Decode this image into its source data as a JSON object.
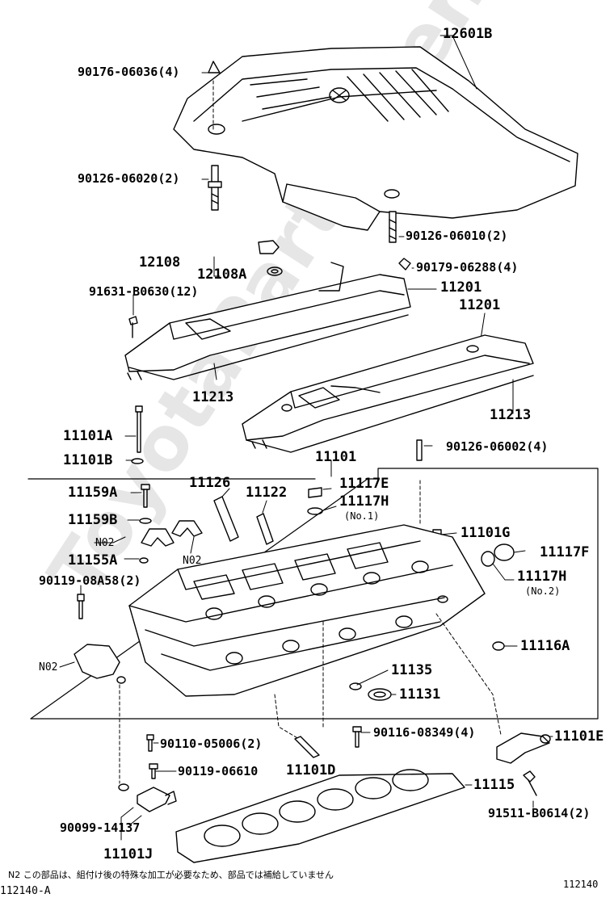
{
  "watermark": "ToyotaPartMiner.ru",
  "labels": {
    "p12601B": "12601B",
    "p90176": "90176-06036(4)",
    "p90126_06020": "90126-06020(2)",
    "p90126_06010": "90126-06010(2)",
    "p12108": "12108",
    "p12108A": "12108A",
    "p90179": "90179-06288(4)",
    "p91631": "91631-B0630(12)",
    "p11201a": "11201",
    "p11201b": "11201",
    "p11213a": "11213",
    "p11213b": "11213",
    "p11101A": "11101A",
    "p11101B": "11101B",
    "p90126_06002": "90126-06002(4)",
    "p11101": "11101",
    "p11159A": "11159A",
    "p11126": "11126",
    "p11122": "11122",
    "p11117E": "11117E",
    "p11117H1": "11117H",
    "no1": "(No.1)",
    "p11159B": "11159B",
    "p11101G": "11101G",
    "n02a": "N02",
    "n02b": "N02",
    "n02c": "N02",
    "p11117F": "11117F",
    "p11155A": "11155A",
    "p11117H2": "11117H",
    "no2": "(No.2)",
    "p90119_08A58": "90119-08A58(2)",
    "p11116A": "11116A",
    "p11135": "11135",
    "p11131": "11131",
    "p90110": "90110-05006(2)",
    "p90116": "90116-08349(4)",
    "p11101E": "11101E",
    "p90119_06610": "90119-06610",
    "p11101D": "11101D",
    "p11115": "11115",
    "p90099": "90099-14137",
    "p91511": "91511-B0614(2)",
    "p11101J": "11101J"
  },
  "footnote": "N2 この部品は、組付け後の特殊な加工が必要なため、部品では補給していません",
  "figure_id_left": "112140-A",
  "figure_id_right": "112140"
}
